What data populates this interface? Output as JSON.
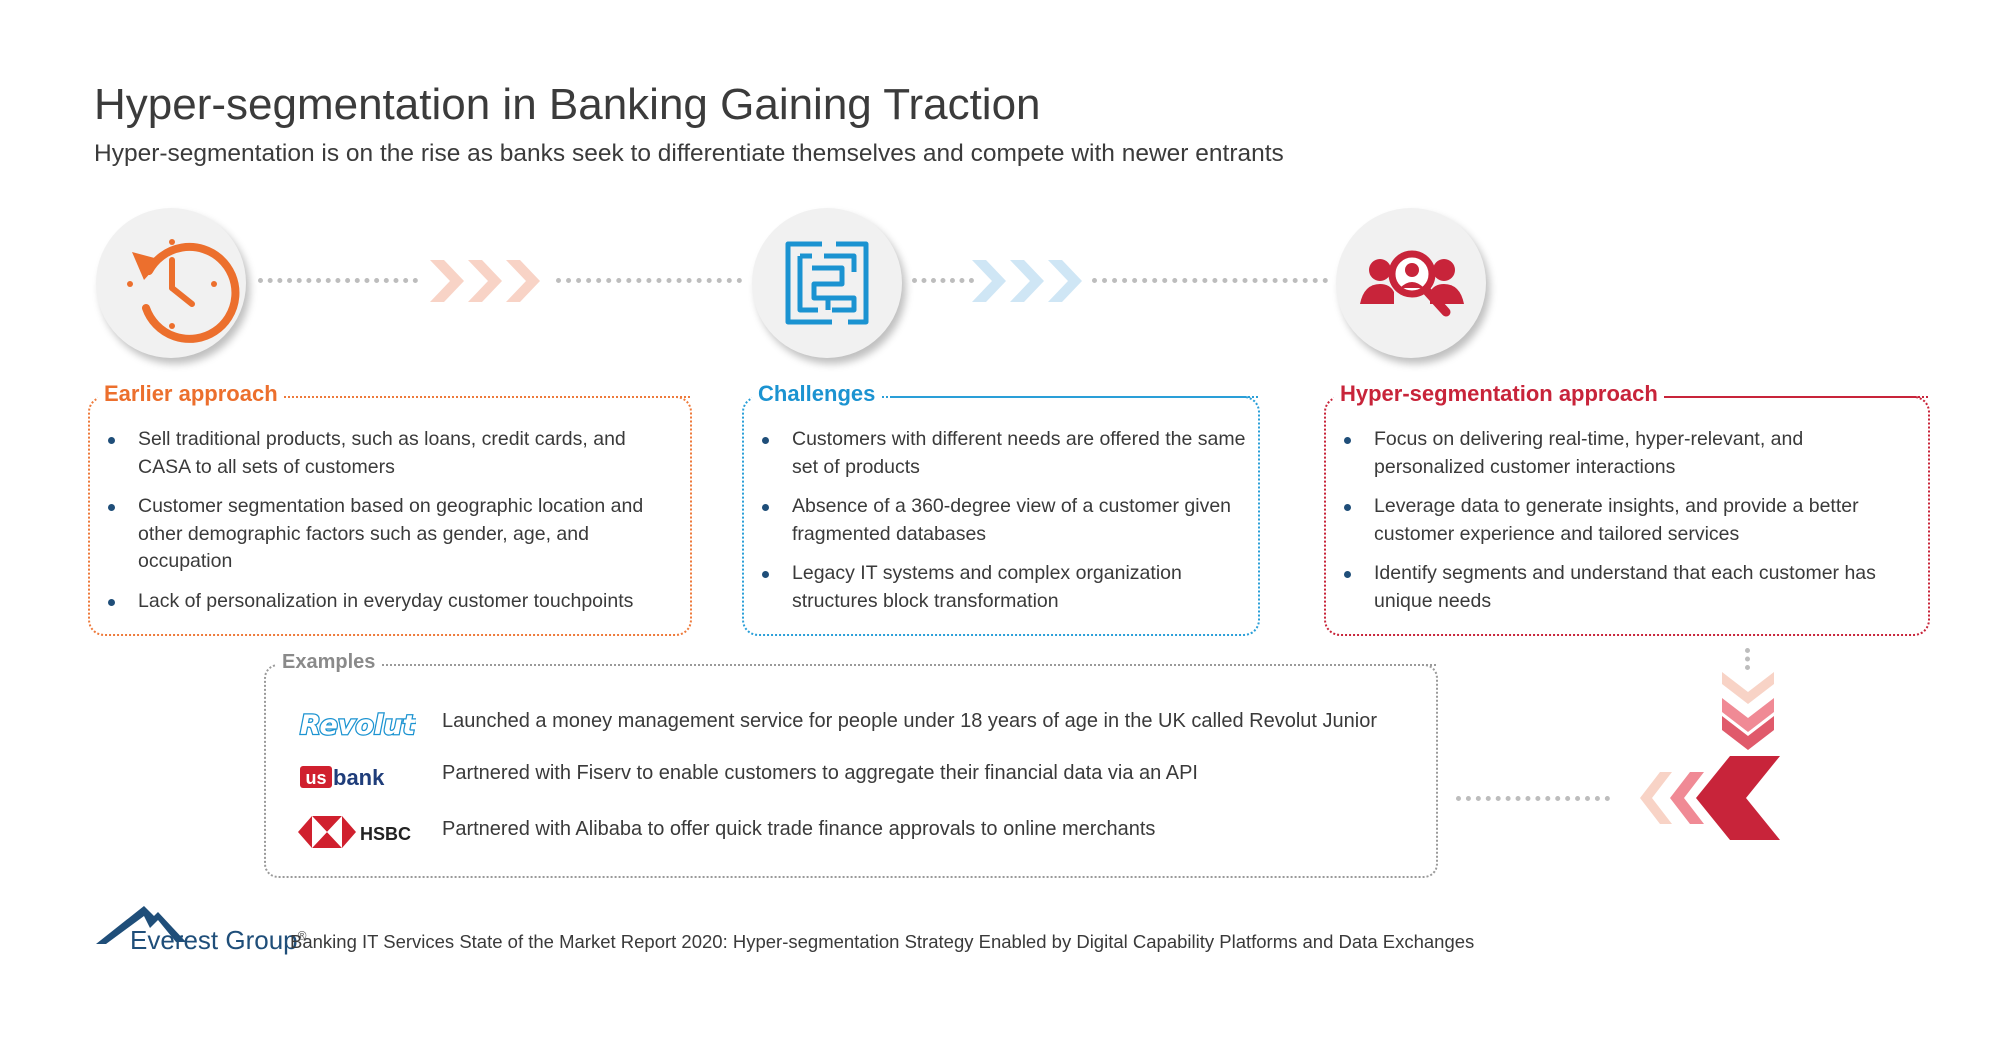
{
  "title": "Hyper-segmentation in Banking Gaining Traction",
  "subtitle": "Hyper-segmentation is on the rise as banks seek to differentiate themselves and compete with newer entrants",
  "colors": {
    "orange": "#ec6f2d",
    "blue": "#1b93d1",
    "red": "#c8243a",
    "gray": "#8a8a8a",
    "navy": "#1f4e79"
  },
  "icons": {
    "earlier": "clock-history-icon",
    "challenges": "maze-icon",
    "hyper": "user-search-icon"
  },
  "boxes": {
    "earlier": {
      "label": "Earlier approach",
      "items": [
        "Sell traditional products, such as loans, credit cards, and CASA to all sets of customers",
        "Customer segmentation based on geographic location and other demographic factors such as gender, age, and occupation",
        "Lack of personalization in everyday customer touchpoints"
      ]
    },
    "challenges": {
      "label": "Challenges",
      "items": [
        "Customers with different needs are offered the same set of products",
        "Absence of a 360-degree view of a customer given fragmented databases",
        "Legacy IT systems and complex organization structures block transformation"
      ]
    },
    "hyper": {
      "label": "Hyper-segmentation approach",
      "items": [
        "Focus on delivering real-time, hyper-relevant, and personalized customer interactions",
        "Leverage data to generate insights, and provide a better customer experience and tailored services",
        "Identify segments and understand that each customer has unique needs"
      ]
    }
  },
  "examples": {
    "label": "Examples",
    "items": [
      {
        "logo": "Revolut",
        "text": "Launched a money management service for people under 18 years of age in the UK called Revolut Junior"
      },
      {
        "logo": "usbank",
        "text": "Partnered with Fiserv to enable customers to aggregate their financial data via an API"
      },
      {
        "logo": "HSBC",
        "text": "Partnered with Alibaba to offer quick trade finance approvals to online merchants"
      }
    ]
  },
  "footer": {
    "brand": "Everest Group",
    "brand_mark": "®",
    "text": "Banking IT Services State of the Market Report 2020: Hyper-segmentation Strategy Enabled by Digital Capability Platforms and Data Exchanges"
  }
}
